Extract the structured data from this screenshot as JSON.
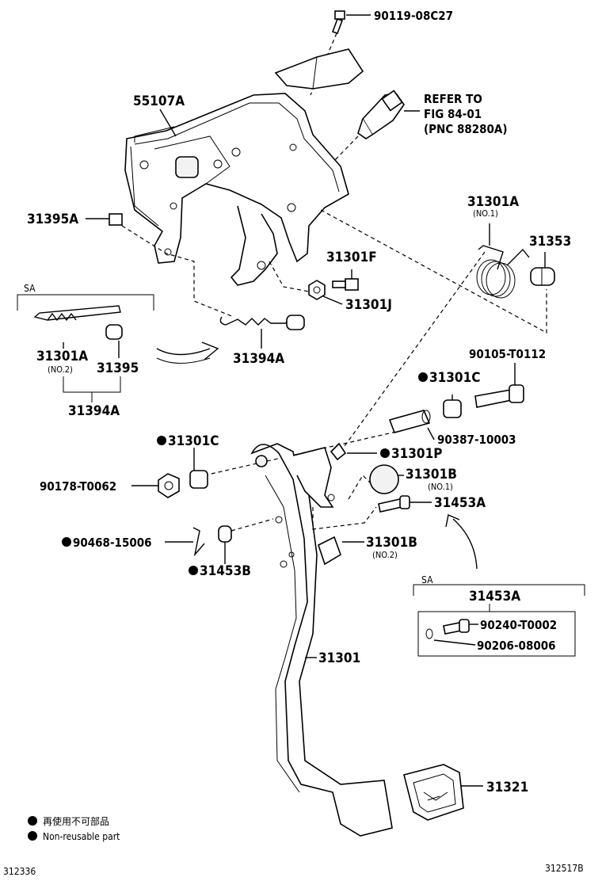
{
  "labels": {
    "p90119": "90119-08C27",
    "refer1": "REFER TO",
    "refer2": "FIG 84-01",
    "refer3": "(PNC 88280A)",
    "p55107A": "55107A",
    "p31395A": "31395A",
    "p31301A_top": "31301A",
    "no1_top": "(NO.1)",
    "p31353": "31353",
    "p31301F": "31301F",
    "p31301J": "31301J",
    "sa1": "SA",
    "p31301A_sa": "31301A",
    "no2_sa": "(NO.2)",
    "p31395": "31395",
    "p31394A_sa": "31394A",
    "p31394A": "31394A",
    "p90105": "90105-T0112",
    "p31301C_r": "31301C",
    "p31301C_l": "31301C",
    "p90387": "90387-10003",
    "p31301P": "31301P",
    "p90178": "90178-T0062",
    "p31301B_1": "31301B",
    "no1_b": "(NO.1)",
    "p31453A": "31453A",
    "p90468": "90468-15006",
    "p31301B_2": "31301B",
    "no2_b": "(NO.2)",
    "p31453B": "31453B",
    "sa2": "SA",
    "p31453A_sa": "31453A",
    "p90240": "90240-T0002",
    "p90206": "90206-08006",
    "p31301": "31301",
    "p31321": "31321"
  },
  "legend": {
    "jp": "再使用不可部品",
    "en": "Non-reusable part"
  },
  "footer": {
    "left": "312336",
    "right": "312517B"
  }
}
